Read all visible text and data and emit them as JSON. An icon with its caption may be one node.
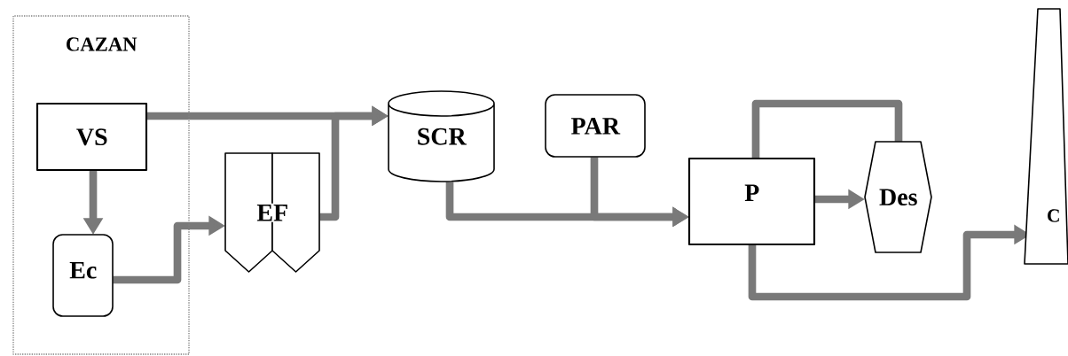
{
  "diagram": {
    "nodes": [
      {
        "text": [
          "CAZAN"
        ]
      },
      {
        "text": [
          "VS"
        ],
        "in": 0
      },
      {
        "text": [
          "Ec"
        ],
        "in": 0
      },
      {
        "text": [
          "EF"
        ]
      },
      {
        "text": [
          "SCR"
        ]
      },
      {
        "text": [
          "PAR"
        ]
      },
      {
        "text": [
          "P"
        ]
      },
      {
        "text": [
          "Des"
        ]
      },
      {
        "text": [
          "C"
        ]
      }
    ],
    "edges": [
      {
        "from": 1,
        "to": 4,
        "arrow": "to"
      },
      {
        "from": 1,
        "to": 2,
        "arrow": "to"
      },
      {
        "from": 2,
        "to": 3,
        "arrow": "to"
      },
      {
        "from": 3,
        "to": 4,
        "arrow": "to"
      },
      {
        "from": 4,
        "to": 6,
        "arrow": "to"
      },
      {
        "from": 5,
        "to": 6,
        "arrow": "to"
      },
      {
        "from": 6,
        "to": 7,
        "arrow": "to"
      },
      {
        "from": 7,
        "to": 6,
        "arrow": "none"
      },
      {
        "from": 6,
        "to": 8,
        "arrow": "to"
      }
    ]
  }
}
